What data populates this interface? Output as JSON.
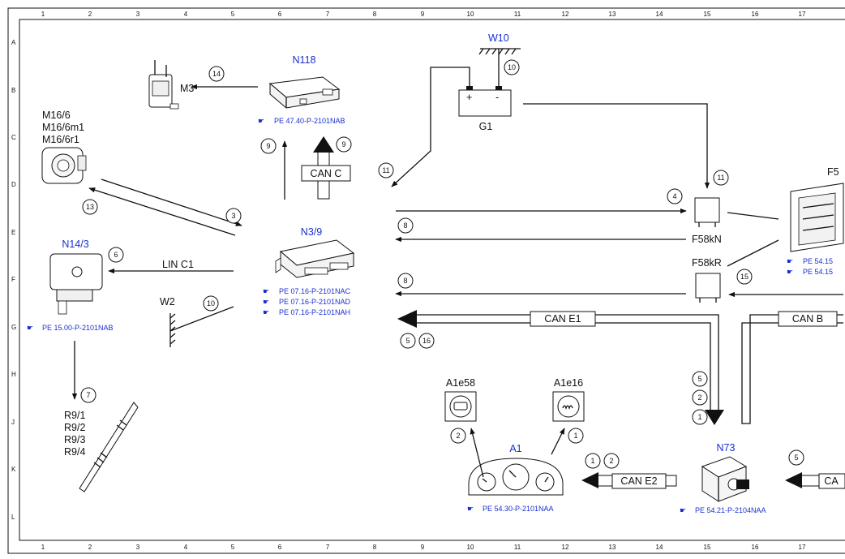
{
  "grid": {
    "columns": [
      "1",
      "2",
      "3",
      "4",
      "5",
      "6",
      "7",
      "8",
      "9",
      "10",
      "11",
      "12",
      "13",
      "14",
      "15",
      "16",
      "17"
    ],
    "rows": [
      "A",
      "B",
      "C",
      "D",
      "E",
      "F",
      "G",
      "H",
      "J",
      "K",
      "L"
    ]
  },
  "components": {
    "n118": {
      "label": "N118",
      "ref": "PE 47.40-P-2101NAB"
    },
    "m3": {
      "label": "M3"
    },
    "m16": {
      "labels": [
        "M16/6",
        "M16/6m1",
        "M16/6r1"
      ]
    },
    "n14_3": {
      "label": "N14/3",
      "ref": "PE 15.00-P-2101NAB"
    },
    "w2": {
      "label": "W2"
    },
    "r9": {
      "labels": [
        "R9/1",
        "R9/2",
        "R9/3",
        "R9/4"
      ]
    },
    "n3_9": {
      "label": "N3/9",
      "refs": [
        "PE 07.16-P-2101NAC",
        "PE 07.16-P-2101NAD",
        "PE 07.16-P-2101NAH"
      ]
    },
    "w10": {
      "label": "W10"
    },
    "g1": {
      "label": "G1",
      "plus": "+",
      "minus": "-"
    },
    "f58kn": {
      "label": "F58kN"
    },
    "f58kr": {
      "label": "F58kR"
    },
    "f5": {
      "label": "F5",
      "refs": [
        "PE 54.15",
        "PE 54.15"
      ]
    },
    "a1e58": {
      "label": "A1e58"
    },
    "a1e16": {
      "label": "A1e16"
    },
    "a1": {
      "label": "A1",
      "ref": "PE 54.30-P-2101NAA"
    },
    "n73": {
      "label": "N73",
      "ref": "PE 54.21-P-2104NAA"
    }
  },
  "buses": {
    "can_c": "CAN C",
    "lin_c1": "LIN C1",
    "can_e1": "CAN E1",
    "can_b": "CAN B",
    "can_e2": "CAN E2",
    "ca": "CA"
  },
  "callouts": {
    "c14": "14",
    "c9a": "9",
    "c9b": "9",
    "c10a": "10",
    "c11a": "11",
    "c11b": "11",
    "c13": "13",
    "c3": "3",
    "c6": "6",
    "c10b": "10",
    "c7": "7",
    "c4": "4",
    "c8a": "8",
    "c8b": "8",
    "c15": "15",
    "c5a": "5",
    "c16": "16",
    "c5b": "5",
    "c2a": "2",
    "c1a": "1",
    "c2b": "2",
    "c1b": "1",
    "c1c": "1",
    "c2c": "2",
    "c5c": "5"
  }
}
